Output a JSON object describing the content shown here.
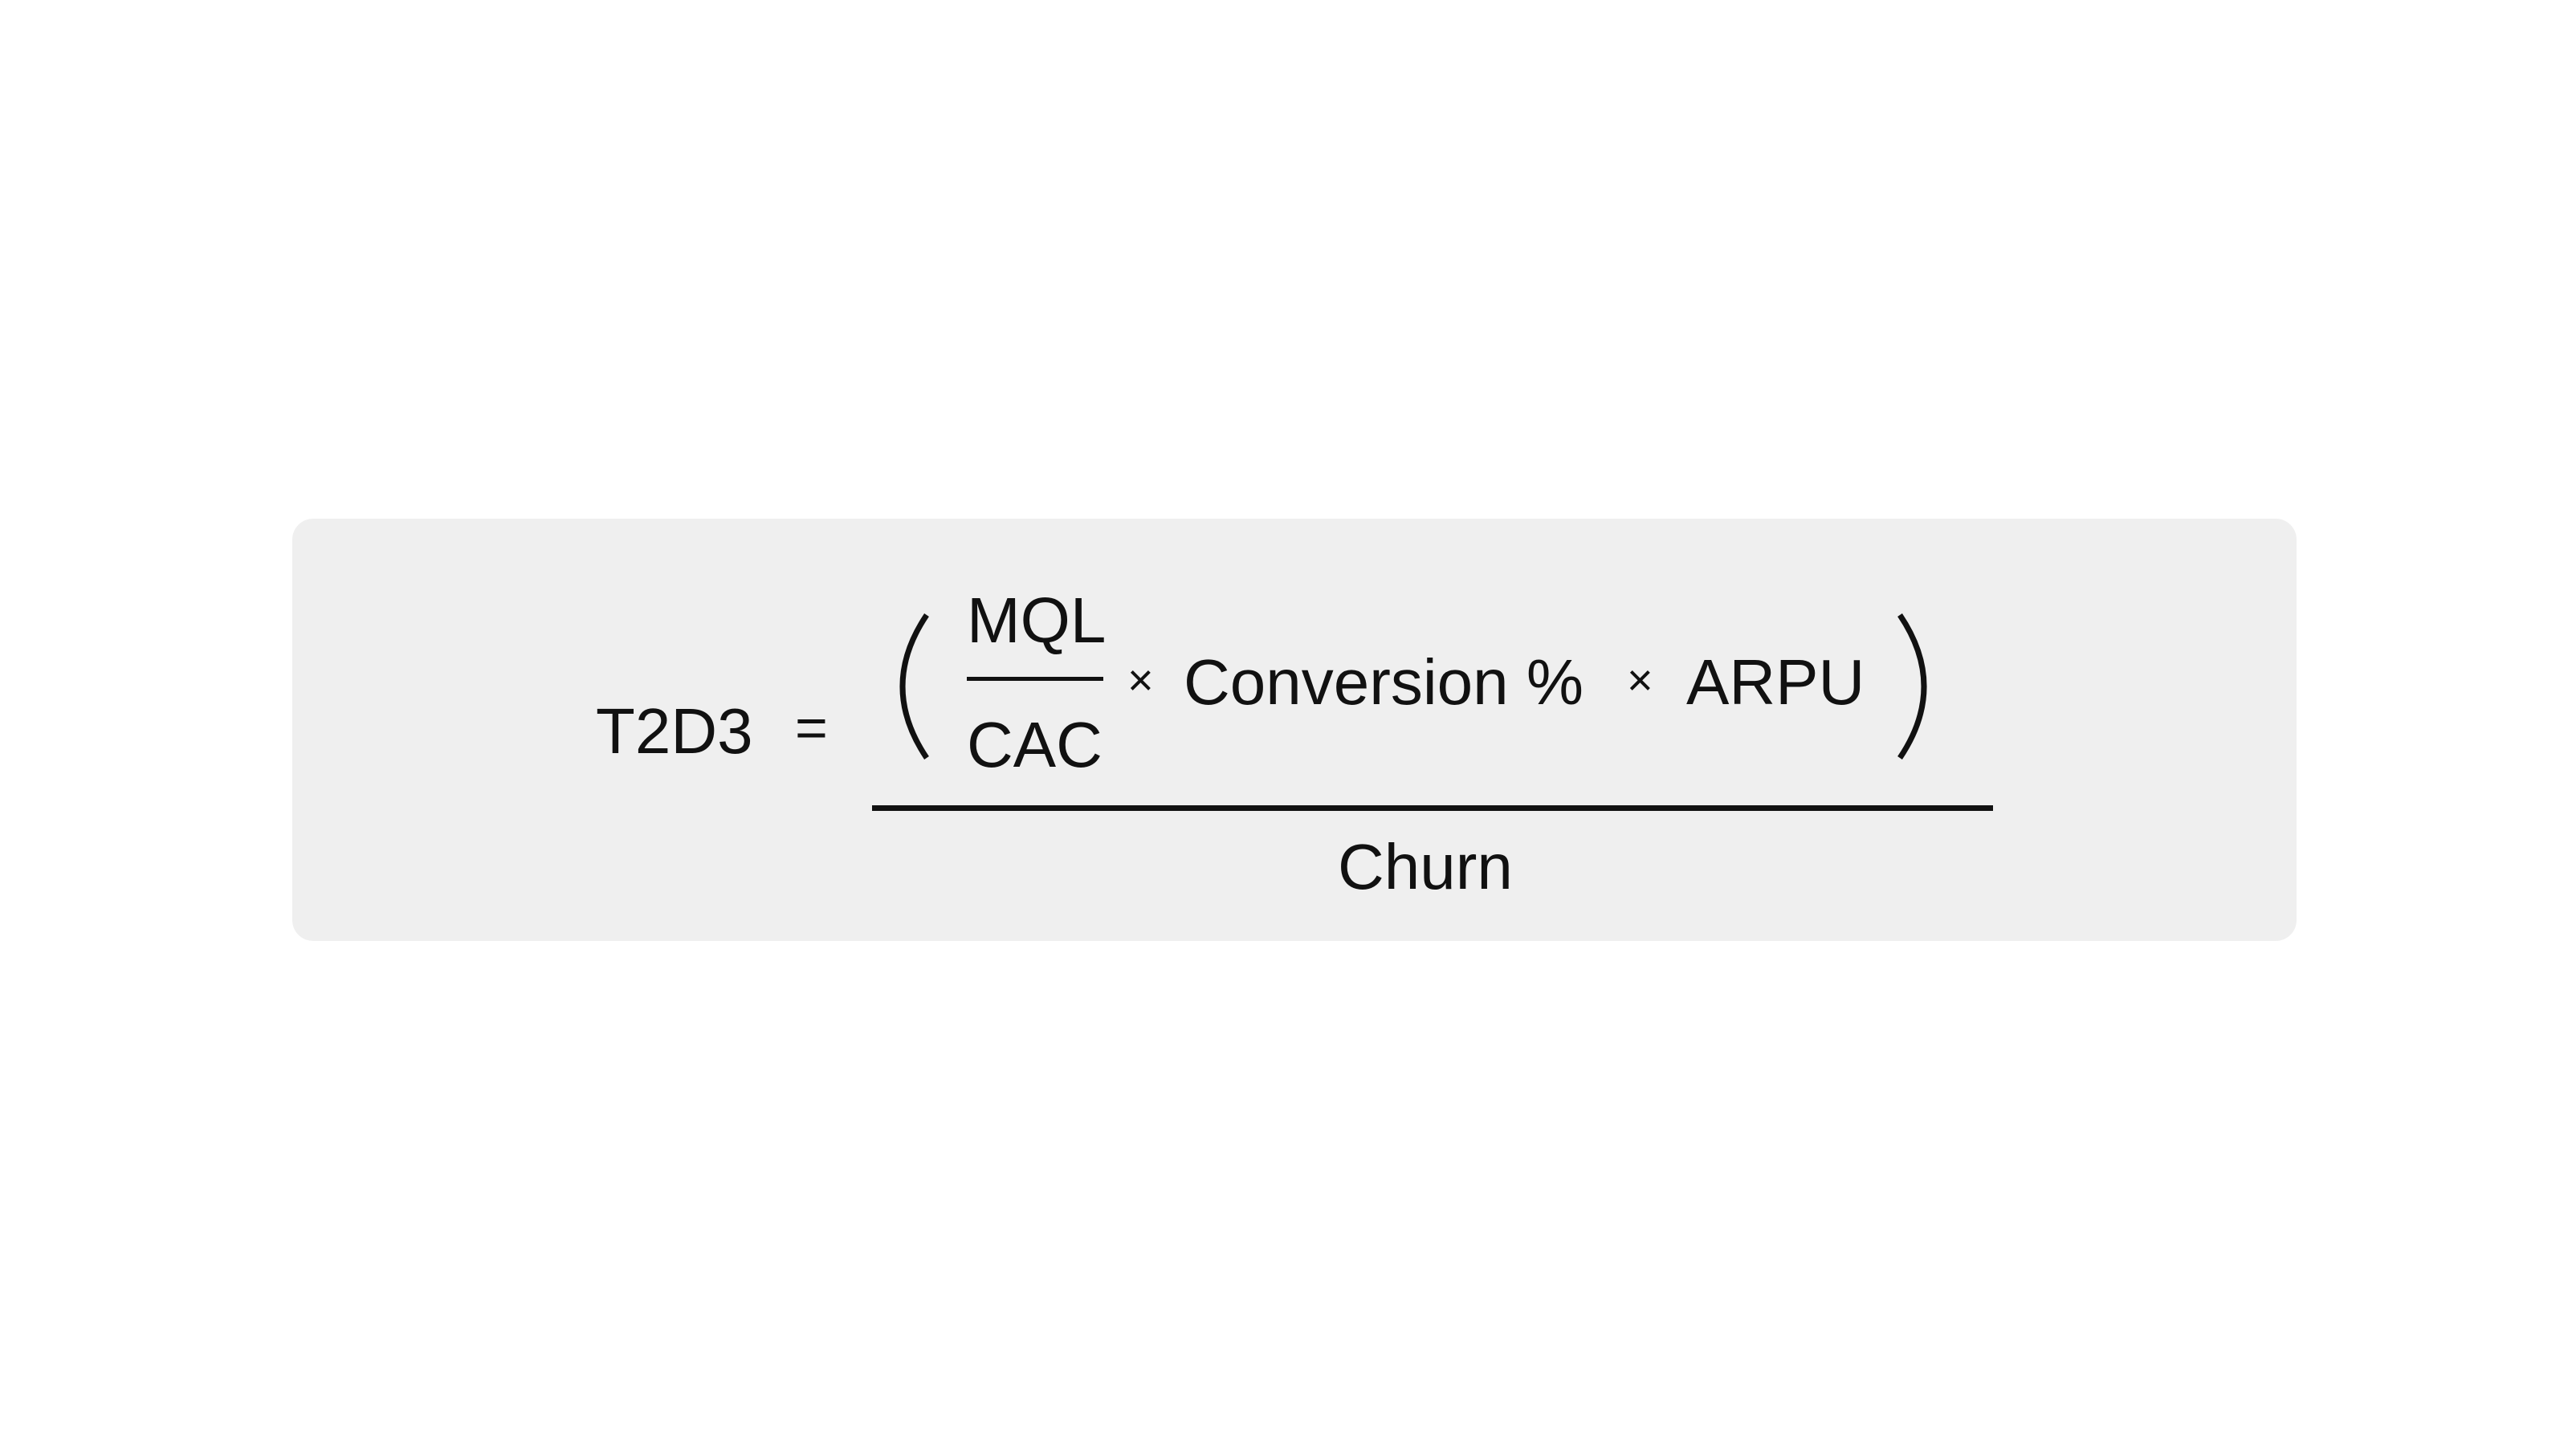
{
  "formula": {
    "lhs": "T2D3",
    "equals": "=",
    "inner_fraction": {
      "numerator": "MQL",
      "denominator": "CAC"
    },
    "times_1": "×",
    "term_conversion": "Conversion %",
    "times_2": "×",
    "term_arpu": "ARPU",
    "outer_denominator": "Churn"
  },
  "colors": {
    "page_background": "#ffffff",
    "card_background": "#efefef",
    "text": "#111111"
  }
}
